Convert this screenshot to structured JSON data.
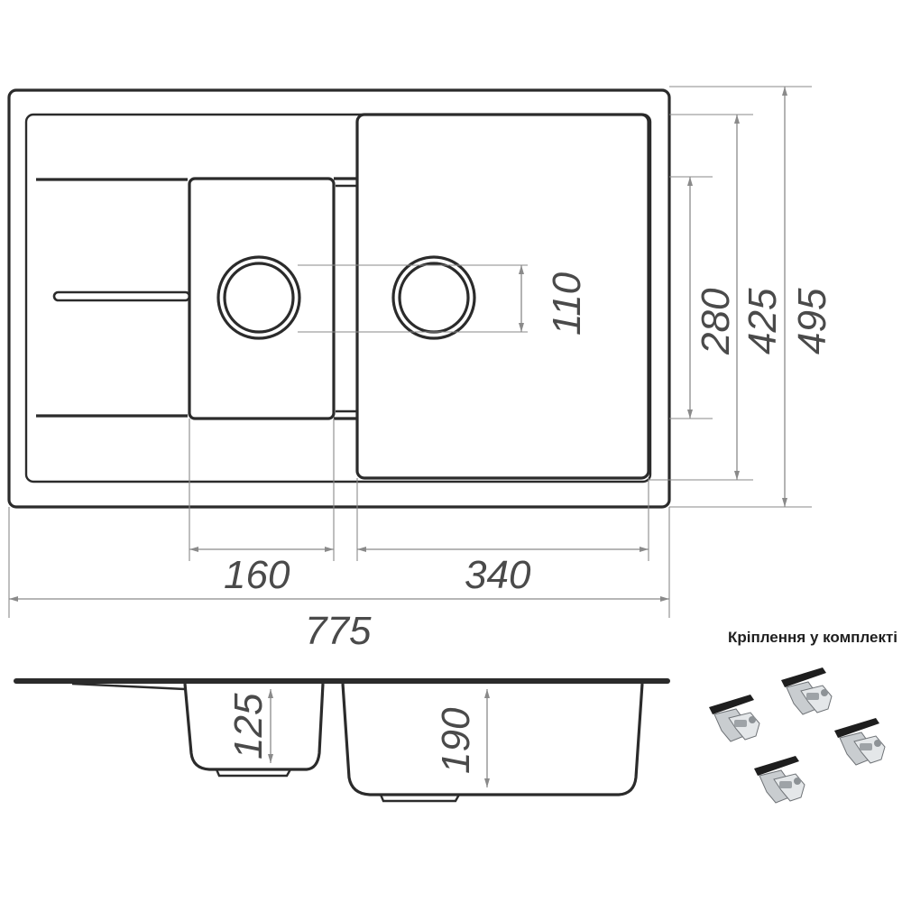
{
  "dimensions": {
    "overall_width": "775",
    "small_bowl_width": "160",
    "large_bowl_width": "340",
    "drain_spacing": "110",
    "bowl_length": "280",
    "inner_length": "425",
    "overall_length": "495",
    "small_bowl_depth": "125",
    "large_bowl_depth": "190"
  },
  "caption": "Кріплення у комплекті",
  "colors": {
    "outline": "#2b2b2b",
    "dimension": "#8a8a8a",
    "text": "#4a4a4a"
  }
}
